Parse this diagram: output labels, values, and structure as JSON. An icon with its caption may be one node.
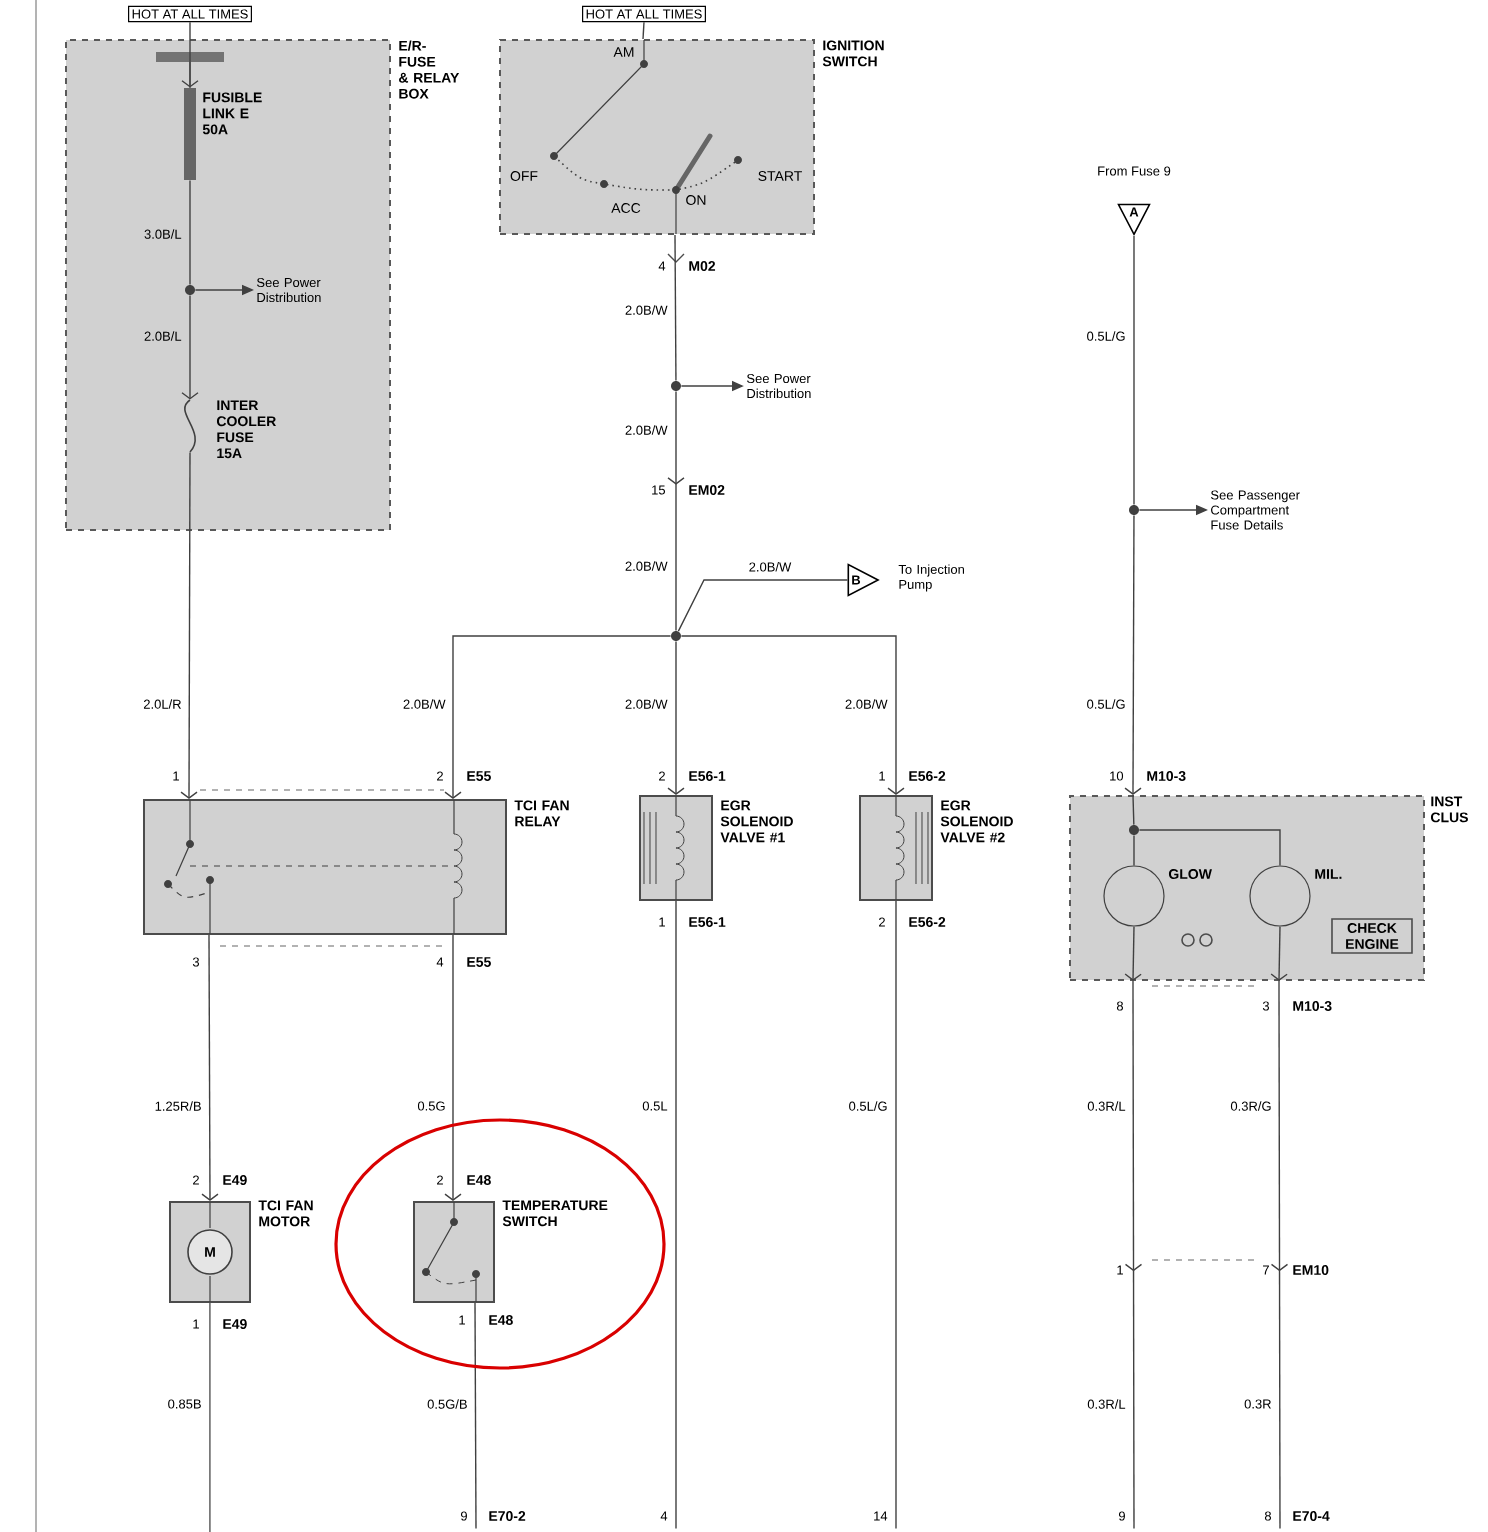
{
  "diagram": {
    "nodes": [
      {
        "text": [
          "HOT AT ALL TIMES"
        ]
      },
      {
        "text": [
          "HOT AT ALL TIMES"
        ]
      },
      {
        "text": [
          "E/R- FUSE & RELAY BOX"
        ]
      },
      {
        "text": [
          "FUSIBLE LINK E 50A"
        ],
        "in": 2
      },
      {
        "text": [],
        "shape": "circle",
        "in": 2
      },
      {
        "text": [
          "See Power Distribution"
        ],
        "in": 2
      },
      {
        "text": [
          "INTER COOLER FUSE 15A"
        ],
        "in": 2
      },
      {
        "text": [
          "AM",
          "IGNITION SWITCH",
          "OFF",
          "ACC",
          "ON",
          "START"
        ]
      },
      {
        "text": [
          "A"
        ],
        "beside": [
          "From Fuse 9"
        ]
      },
      {
        "text": [],
        "shape": "circle"
      },
      {
        "text": [
          "See Power Distribution"
        ]
      },
      {
        "text": [],
        "shape": "circle"
      },
      {
        "text": [
          "See Passenger Compartment Fuse Details"
        ]
      },
      {
        "text": [],
        "shape": "circle"
      },
      {
        "text": [
          "B"
        ],
        "beside": [
          "To Injection Pump"
        ]
      },
      {
        "text": [
          "TCI FAN RELAY"
        ]
      },
      {
        "text": [
          "EGR SOLENOID VALVE #1"
        ]
      },
      {
        "text": [
          "EGR SOLENOID VALVE #2"
        ]
      },
      {
        "text": [
          "INST CLUS"
        ]
      },
      {
        "text": [
          "GLOW"
        ],
        "in": 18
      },
      {
        "text": [
          "MIL."
        ],
        "in": 18
      },
      {
        "text": [
          "CHECK ENGINE"
        ],
        "in": 18
      },
      {
        "text": [
          "TCI FAN MOTOR",
          "M"
        ]
      },
      {
        "text": [
          "TEMPERATURE SWITCH"
        ]
      },
      {
        "text": [
          "9",
          "E70-2"
        ]
      },
      {
        "text": [
          "4"
        ]
      },
      {
        "text": [
          "14"
        ]
      },
      {
        "text": [
          "9"
        ]
      },
      {
        "text": [
          "8",
          "E70-4"
        ]
      },
      {
        "text": [],
        "shape": "circle",
        "in": 18
      }
    ],
    "edges": [
      {
        "from": 0,
        "to": 3,
        "arrow": "to"
      },
      {
        "from": 3,
        "to": 4,
        "arrow": "none",
        "label": "3.0B/L"
      },
      {
        "from": 4,
        "to": 5,
        "arrow": "to"
      },
      {
        "from": 4,
        "to": 6,
        "arrow": "to",
        "label": "2.0B/L"
      },
      {
        "from": 6,
        "to": 15,
        "arrow": "to",
        "label": "2.0L/R"
      },
      {
        "from": 1,
        "to": 7,
        "arrow": "none"
      },
      {
        "from": 7,
        "to": 9,
        "arrow": "none",
        "label": "2.0B/W"
      },
      {
        "from": 9,
        "to": 10,
        "arrow": "to"
      },
      {
        "from": 9,
        "to": 13,
        "arrow": "to",
        "label": "2.0B/W"
      },
      {
        "from": 13,
        "to": 14,
        "arrow": "none",
        "label": "2.0B/W"
      },
      {
        "from": 13,
        "to": 15,
        "arrow": "to",
        "label": "2.0B/W"
      },
      {
        "from": 13,
        "to": 16,
        "arrow": "to",
        "label": "2.0B/W"
      },
      {
        "from": 13,
        "to": 17,
        "arrow": "to",
        "label": "2.0B/W"
      },
      {
        "from": 8,
        "to": 11,
        "arrow": "none",
        "label": "0.5L/G"
      },
      {
        "from": 11,
        "to": 12,
        "arrow": "to"
      },
      {
        "from": 11,
        "to": 18,
        "arrow": "to",
        "label": "0.5L/G"
      },
      {
        "from": 29,
        "to": 20,
        "arrow": "none"
      },
      {
        "from": 15,
        "to": 22,
        "arrow": "to",
        "label": "1.25R/B"
      },
      {
        "from": 15,
        "to": 23,
        "arrow": "to",
        "label": "0.5G"
      },
      {
        "from": 22,
        "to": null,
        "arrow": "none",
        "label": "0.85B"
      },
      {
        "from": 23,
        "to": 24,
        "arrow": "none",
        "label": "0.5G/B"
      },
      {
        "from": 16,
        "to": 25,
        "arrow": "none",
        "label": "0.5L"
      },
      {
        "from": 17,
        "to": 26,
        "arrow": "none",
        "label": "0.5L/G"
      },
      {
        "from": 18,
        "to": 27,
        "arrow": "to",
        "label": "0.3R/L"
      },
      {
        "from": 18,
        "to": 28,
        "arrow": "to",
        "label": "0.3R/G"
      },
      {
        "from": 18,
        "to": 29,
        "arrow": "none"
      },
      {
        "from": 19,
        "to": 18,
        "arrow": "to"
      },
      {
        "from": 20,
        "to": 18,
        "arrow": "to"
      },
      {
        "from": 29,
        "to": 19,
        "arrow": "none"
      }
    ],
    "labels": [
      "4",
      "M02",
      "15",
      "EM02",
      "2.0B/W",
      "1",
      "2",
      "E55",
      "2",
      "E56-1",
      "1",
      "E56-2",
      "10",
      "M10-3",
      "1",
      "E56-1",
      "2",
      "E56-2",
      "3",
      "4",
      "E55",
      "8",
      "3",
      "M10-3",
      "2",
      "E49",
      "2",
      "E48",
      "1",
      "E49",
      "1",
      "E48",
      "1",
      "7",
      "EM10",
      "0.3R/L",
      "0.3R"
    ]
  }
}
